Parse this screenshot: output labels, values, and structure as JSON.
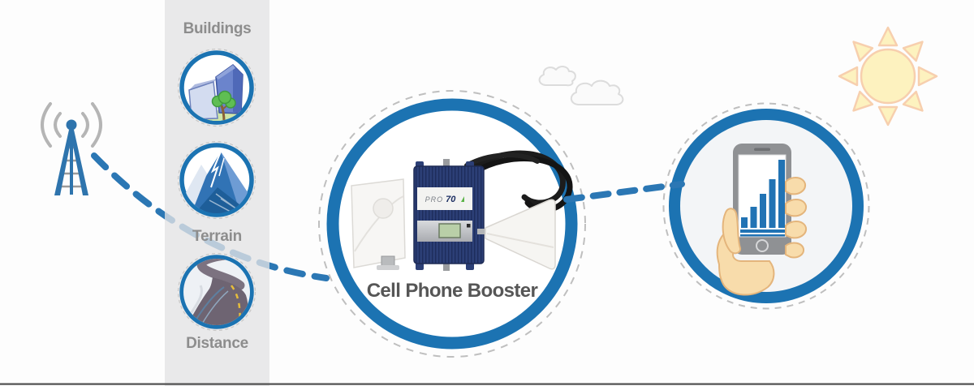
{
  "factors_panel": {
    "items": [
      {
        "label": "Buildings",
        "icon": "buildings-icon"
      },
      {
        "label": "Terrain",
        "icon": "mountains-icon"
      },
      {
        "label": "Distance",
        "icon": "winding-road-icon"
      }
    ]
  },
  "booster": {
    "caption": "Cell Phone Booster",
    "device_brand_text": "PRO",
    "device_model_text": "70"
  },
  "phone": {
    "signal_bars": 5
  },
  "icons": {
    "tower": "cell-tower-icon",
    "signal_waves": "radio-waves-icon",
    "sun": "sun-icon",
    "clouds": "clouds-icon",
    "booster_kit": "booster-kit-icon",
    "phone_in_hand": "phone-signal-icon"
  },
  "colors": {
    "accent_blue": "#2173b4",
    "ring_blue": "#1c73b2",
    "panel_gray": "#e8e8e9",
    "label_gray": "#8d8d8d",
    "caption_gray": "#565656",
    "sun_fill": "#fdf2bf",
    "sun_outline": "#f7cfae",
    "skin": "#f8dcab"
  }
}
